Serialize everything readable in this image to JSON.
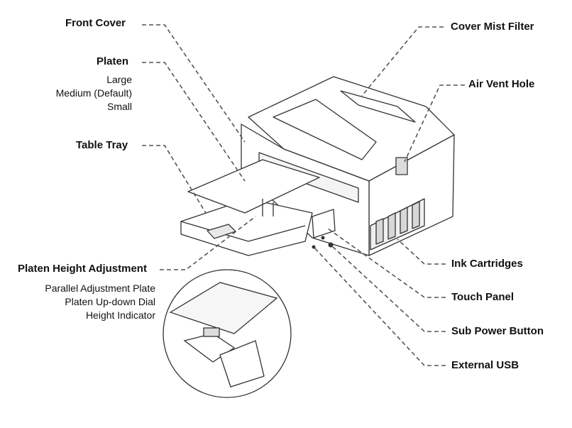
{
  "labels": {
    "front_cover": "Front Cover",
    "platen": "Platen",
    "platen_sizes": [
      "Large",
      "Medium (Default)",
      "Small"
    ],
    "table_tray": "Table Tray",
    "platen_height_adjustment": "Platen Height Adjustment",
    "height_parts": [
      "Parallel Adjustment Plate",
      "Platen Up-down Dial",
      "Height Indicator"
    ],
    "cover_mist_filter": "Cover Mist Filter",
    "air_vent_hole": "Air Vent Hole",
    "ink_cartridges": "Ink Cartridges",
    "touch_panel": "Touch Panel",
    "sub_power_button": "Sub Power Button",
    "external_usb": "External USB"
  },
  "colors": {
    "line": "#333333",
    "leader": "#555555",
    "text": "#111111"
  }
}
